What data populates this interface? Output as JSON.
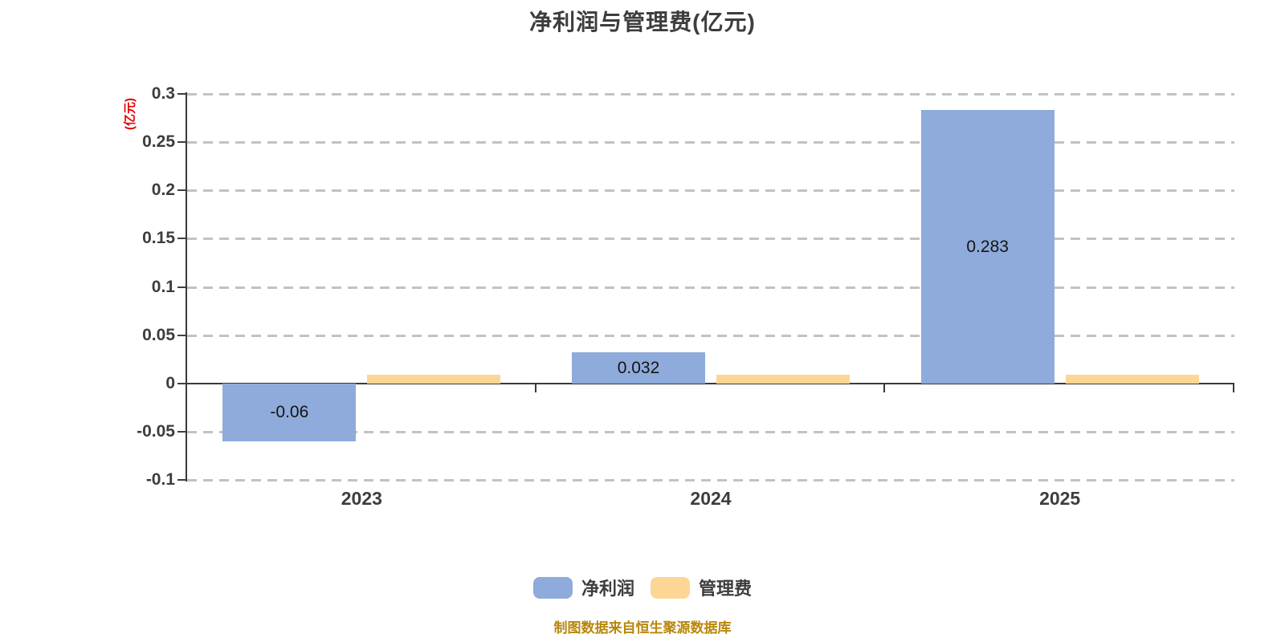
{
  "title": "净利润与管理费(亿元)",
  "y_axis": {
    "unit_label": "(亿元)",
    "unit_label_color": "#e60000",
    "tick_labels": [
      "0.3",
      "0.25",
      "0.2",
      "0.15",
      "0.1",
      "0.05",
      "0",
      "-0.05",
      "-0.1"
    ]
  },
  "x_axis": {
    "tick_labels": [
      "2023",
      "2024",
      "2025"
    ]
  },
  "chart_data": {
    "type": "bar",
    "title": "净利润与管理费(亿元)",
    "categories": [
      "2023",
      "2024",
      "2025"
    ],
    "series": [
      {
        "name": "净利润",
        "color": "#8EABDB",
        "values": [
          -0.06,
          0.032,
          0.283
        ],
        "data_labels": [
          "-0.06",
          "0.032",
          "0.283"
        ]
      },
      {
        "name": "管理费",
        "color": "#FDD695",
        "values": [
          0.009,
          0.009,
          0.009
        ],
        "data_labels": [
          "",
          "",
          ""
        ]
      }
    ],
    "ylabel": "(亿元)",
    "ylim": [
      -0.1,
      0.3
    ],
    "yticks": [
      0.3,
      0.25,
      0.2,
      0.15,
      0.1,
      0.05,
      0,
      -0.05,
      -0.1
    ],
    "grid": "dashed horizontal",
    "gridline_color": "#c2c2c2",
    "legend_position": "bottom"
  },
  "legend": {
    "items": [
      {
        "label": "净利润",
        "color": "#8EABDB"
      },
      {
        "label": "管理费",
        "color": "#FDD695"
      }
    ]
  },
  "footer": {
    "text": "制图数据来自恒生聚源数据库",
    "color": "#B8860B"
  }
}
